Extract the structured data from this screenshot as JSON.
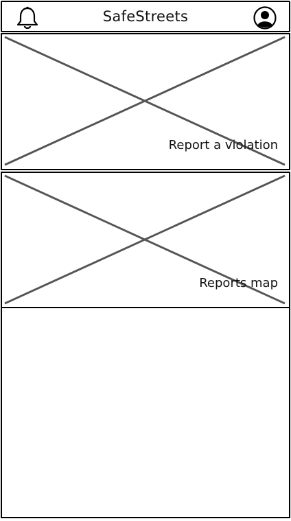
{
  "header": {
    "title": "SafeStreets",
    "left_icon": "bell-icon",
    "right_icon": "user-avatar-icon"
  },
  "cards": {
    "report": {
      "label": "Report a violation",
      "image": "image-placeholder"
    },
    "map": {
      "label": "Reports map",
      "image": "image-placeholder"
    }
  },
  "colors": {
    "border": "#000000",
    "placeholder_stroke": "#555555",
    "background": "#ffffff"
  }
}
